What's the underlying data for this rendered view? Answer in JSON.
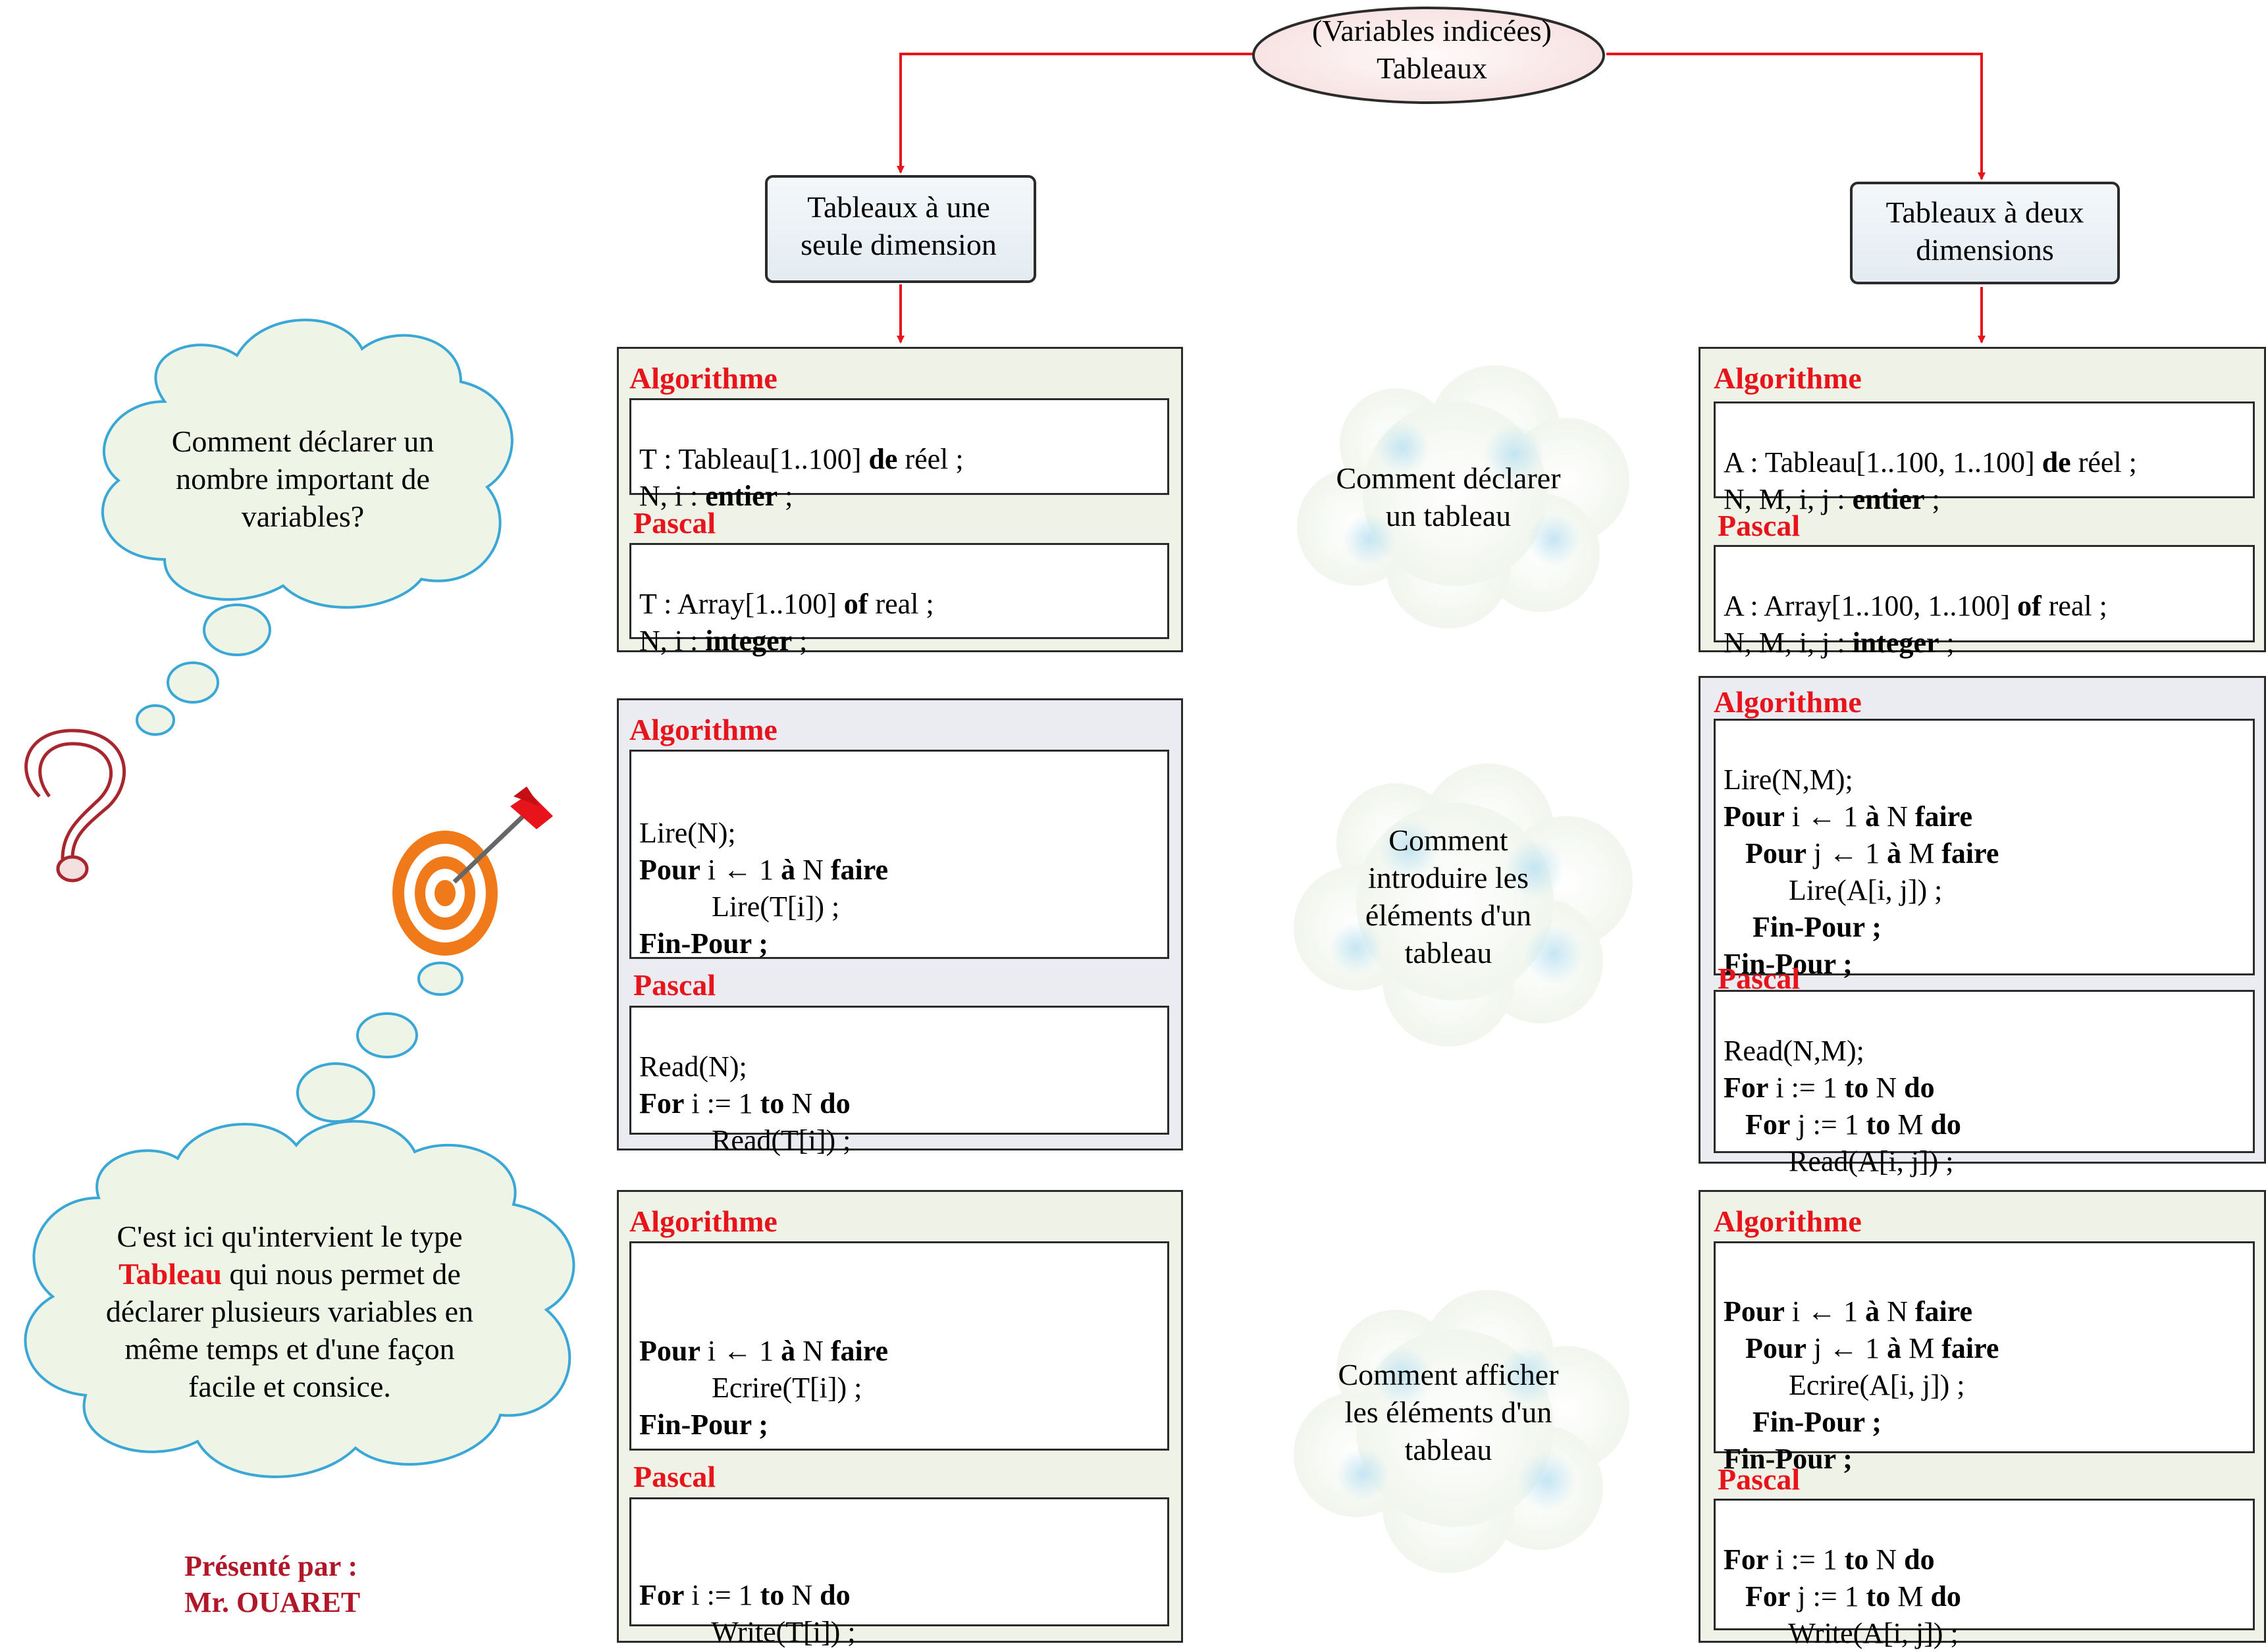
{
  "root": {
    "line1": "(Variables indicées)",
    "line2": "Tableaux"
  },
  "branches": {
    "one_dim": {
      "line1": "Tableaux à une",
      "line2": "seule dimension"
    },
    "two_dim": {
      "line1": "Tableaux à deux",
      "line2": "dimensions"
    }
  },
  "labels": {
    "algorithme": "Algorithme",
    "pascal": "Pascal"
  },
  "questions": {
    "declare": {
      "line1": "Comment déclarer",
      "line2": "un tableau"
    },
    "input": {
      "line1": "Comment",
      "line2": "introduire les",
      "line3": "éléments d'un",
      "line4": "tableau"
    },
    "output": {
      "line1": "Comment afficher",
      "line2": "les éléments d'un",
      "line3": "tableau"
    }
  },
  "thought_top": {
    "line1": "Comment déclarer un",
    "line2": "nombre important de",
    "line3": "variables?"
  },
  "thought_bottom": {
    "line1_a": "C'est  ici qu'intervient le type",
    "line2_highlight": "Tableau",
    "line2_rest": " qui nous permet de",
    "line3": "déclarer plusieurs variables en",
    "line4": "même temps et d'une façon",
    "line5": "facile et consice."
  },
  "author": {
    "line1": "Présenté par :",
    "line2": "Mr. OUARET"
  },
  "colors": {
    "accent_red": "#e8141b",
    "arrow_red": "#e8141b",
    "author": "#b0182a",
    "cloud_outline": "#3aa7d6"
  },
  "icons": [
    "question-mark-icon",
    "target-dart-icon"
  ]
}
